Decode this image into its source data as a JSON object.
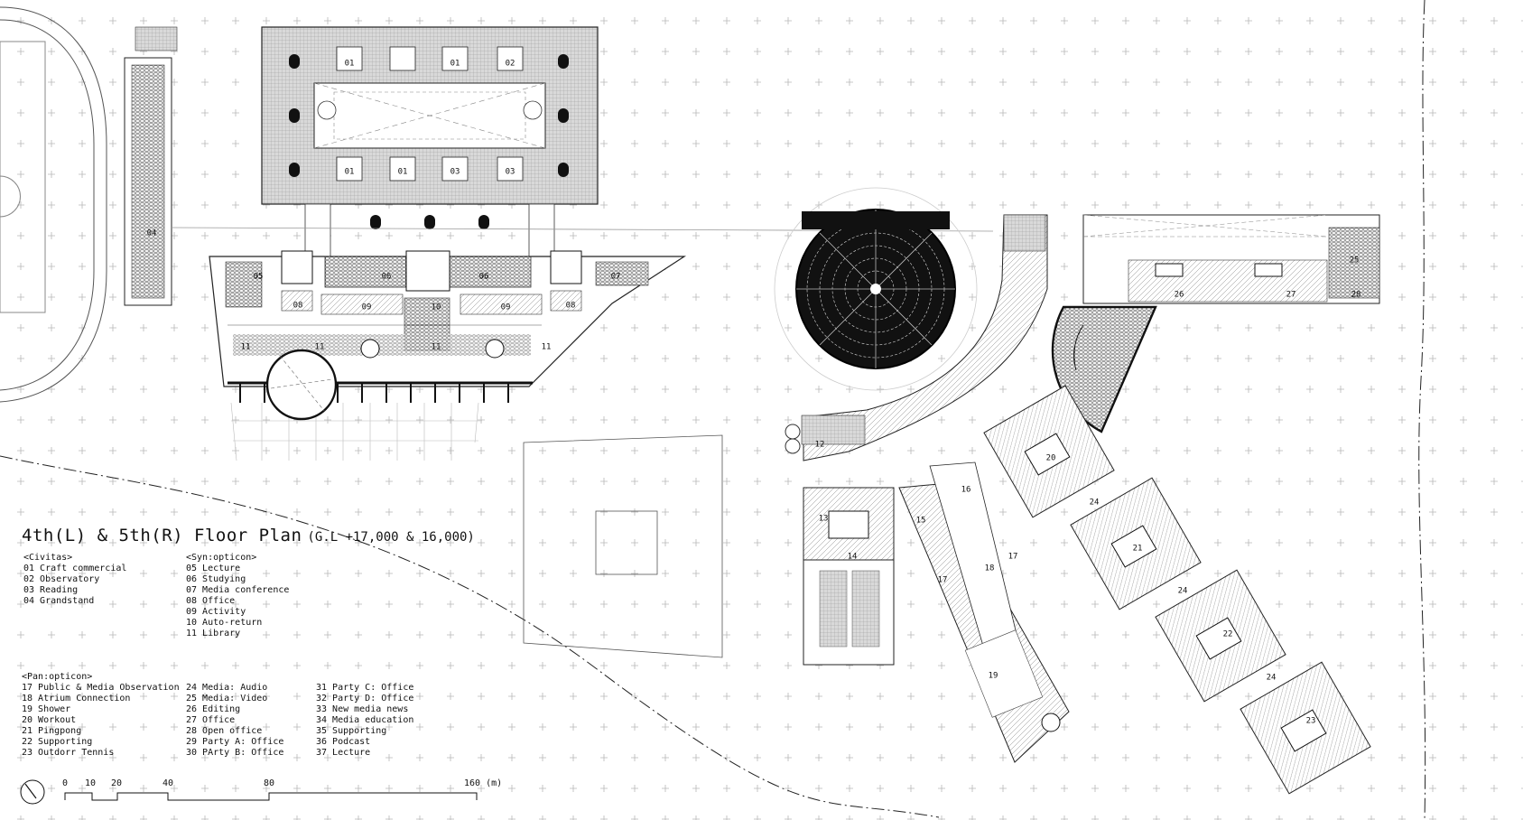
{
  "title": "4th(L) & 5th(R) Floor Plan",
  "subtitle": "(G.L +17,000 & 16,000)",
  "legend": {
    "civitas": {
      "heading": "<Civitas>",
      "items": [
        "01 Craft commercial",
        "02 Observatory",
        "03 Reading",
        "04 Grandstand"
      ]
    },
    "synopticon": {
      "heading": "<Syn:opticon>",
      "items": [
        "05 Lecture",
        "06 Studying",
        "07 Media conference",
        "08 Office",
        "09 Activity",
        "10 Auto-return",
        "11 Library"
      ]
    },
    "panopticon": {
      "heading": "<Pan:opticon>",
      "col1": [
        "17 Public & Media Observation",
        "18 Atrium Connection",
        "19 Shower",
        "20 Workout",
        "21 Pingpong",
        "22 Supporting",
        "23 Outdorr Tennis"
      ],
      "col2": [
        "24 Media: Audio",
        "25 Media: Video",
        "26 Editing",
        "27 Office",
        "28 Open office",
        "29 Party A: Office",
        "30 PArty B: Office"
      ],
      "col3": [
        "31 Party C: Office",
        "32 Party D: Office",
        "33 New media news",
        "34 Media education",
        "35 Supporting",
        "36 Podcast",
        "37 Lecture"
      ]
    }
  },
  "scale_bar": {
    "labels": [
      "0",
      "10",
      "20",
      "40",
      "80",
      "160 (m)"
    ]
  },
  "room_labels": {
    "r01a": "01",
    "r01b": "01",
    "r02": "02",
    "r01c": "01",
    "r01d": "01",
    "r03a": "03",
    "r03b": "03",
    "r04": "04",
    "r05": "05",
    "r06a": "06",
    "r06b": "06",
    "r07": "07",
    "r08a": "08",
    "r08b": "08",
    "r09a": "09",
    "r09b": "09",
    "r10": "10",
    "r11a": "11",
    "r11b": "11",
    "r11c": "11",
    "r11d": "11",
    "r12": "12",
    "r13": "13",
    "r14": "14",
    "r15": "15",
    "r16": "16",
    "r17a": "17",
    "r17b": "17",
    "r18": "18",
    "r19": "19",
    "r20": "20",
    "r21": "21",
    "r22": "22",
    "r23": "23",
    "r24a": "24",
    "r24b": "24",
    "r24c": "24",
    "r25": "25",
    "r26": "26",
    "r27": "27",
    "r28": "28"
  }
}
